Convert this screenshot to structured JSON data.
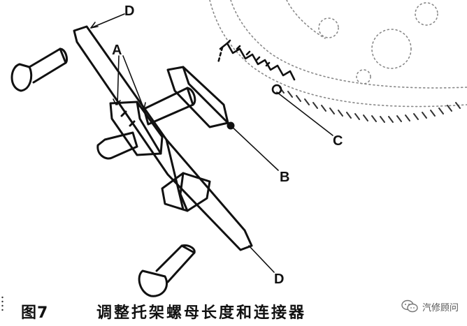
{
  "callouts": {
    "d_top": "D",
    "a": "A",
    "b": "B",
    "c": "C",
    "d_bottom": "D"
  },
  "caption": {
    "figure_number": "图7",
    "title": "调整托架螺母长度和连接器"
  },
  "watermark": {
    "text": "汽修顾问",
    "icon": "wechat-icon"
  }
}
